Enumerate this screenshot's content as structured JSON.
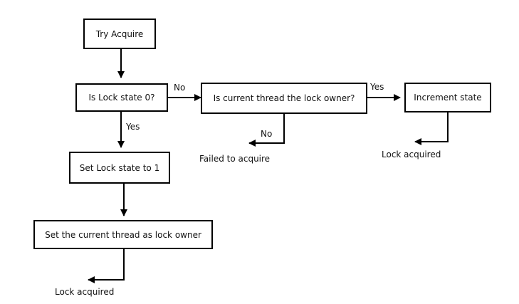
{
  "boxes": {
    "try_acquire": "Try Acquire",
    "is_lock_state_0": "Is Lock state 0?",
    "is_current_owner": "Is current thread the lock owner?",
    "increment_state": "Increment state",
    "set_lock_state": "Set Lock state to 1",
    "set_owner": "Set the current thread as lock owner"
  },
  "labels": {
    "no_1": "No",
    "yes_1": "Yes",
    "yes_2": "Yes",
    "no_2": "No",
    "failed": "Failed to acquire",
    "lock_acquired_1": "Lock acquired",
    "lock_acquired_2": "Lock acquired"
  }
}
